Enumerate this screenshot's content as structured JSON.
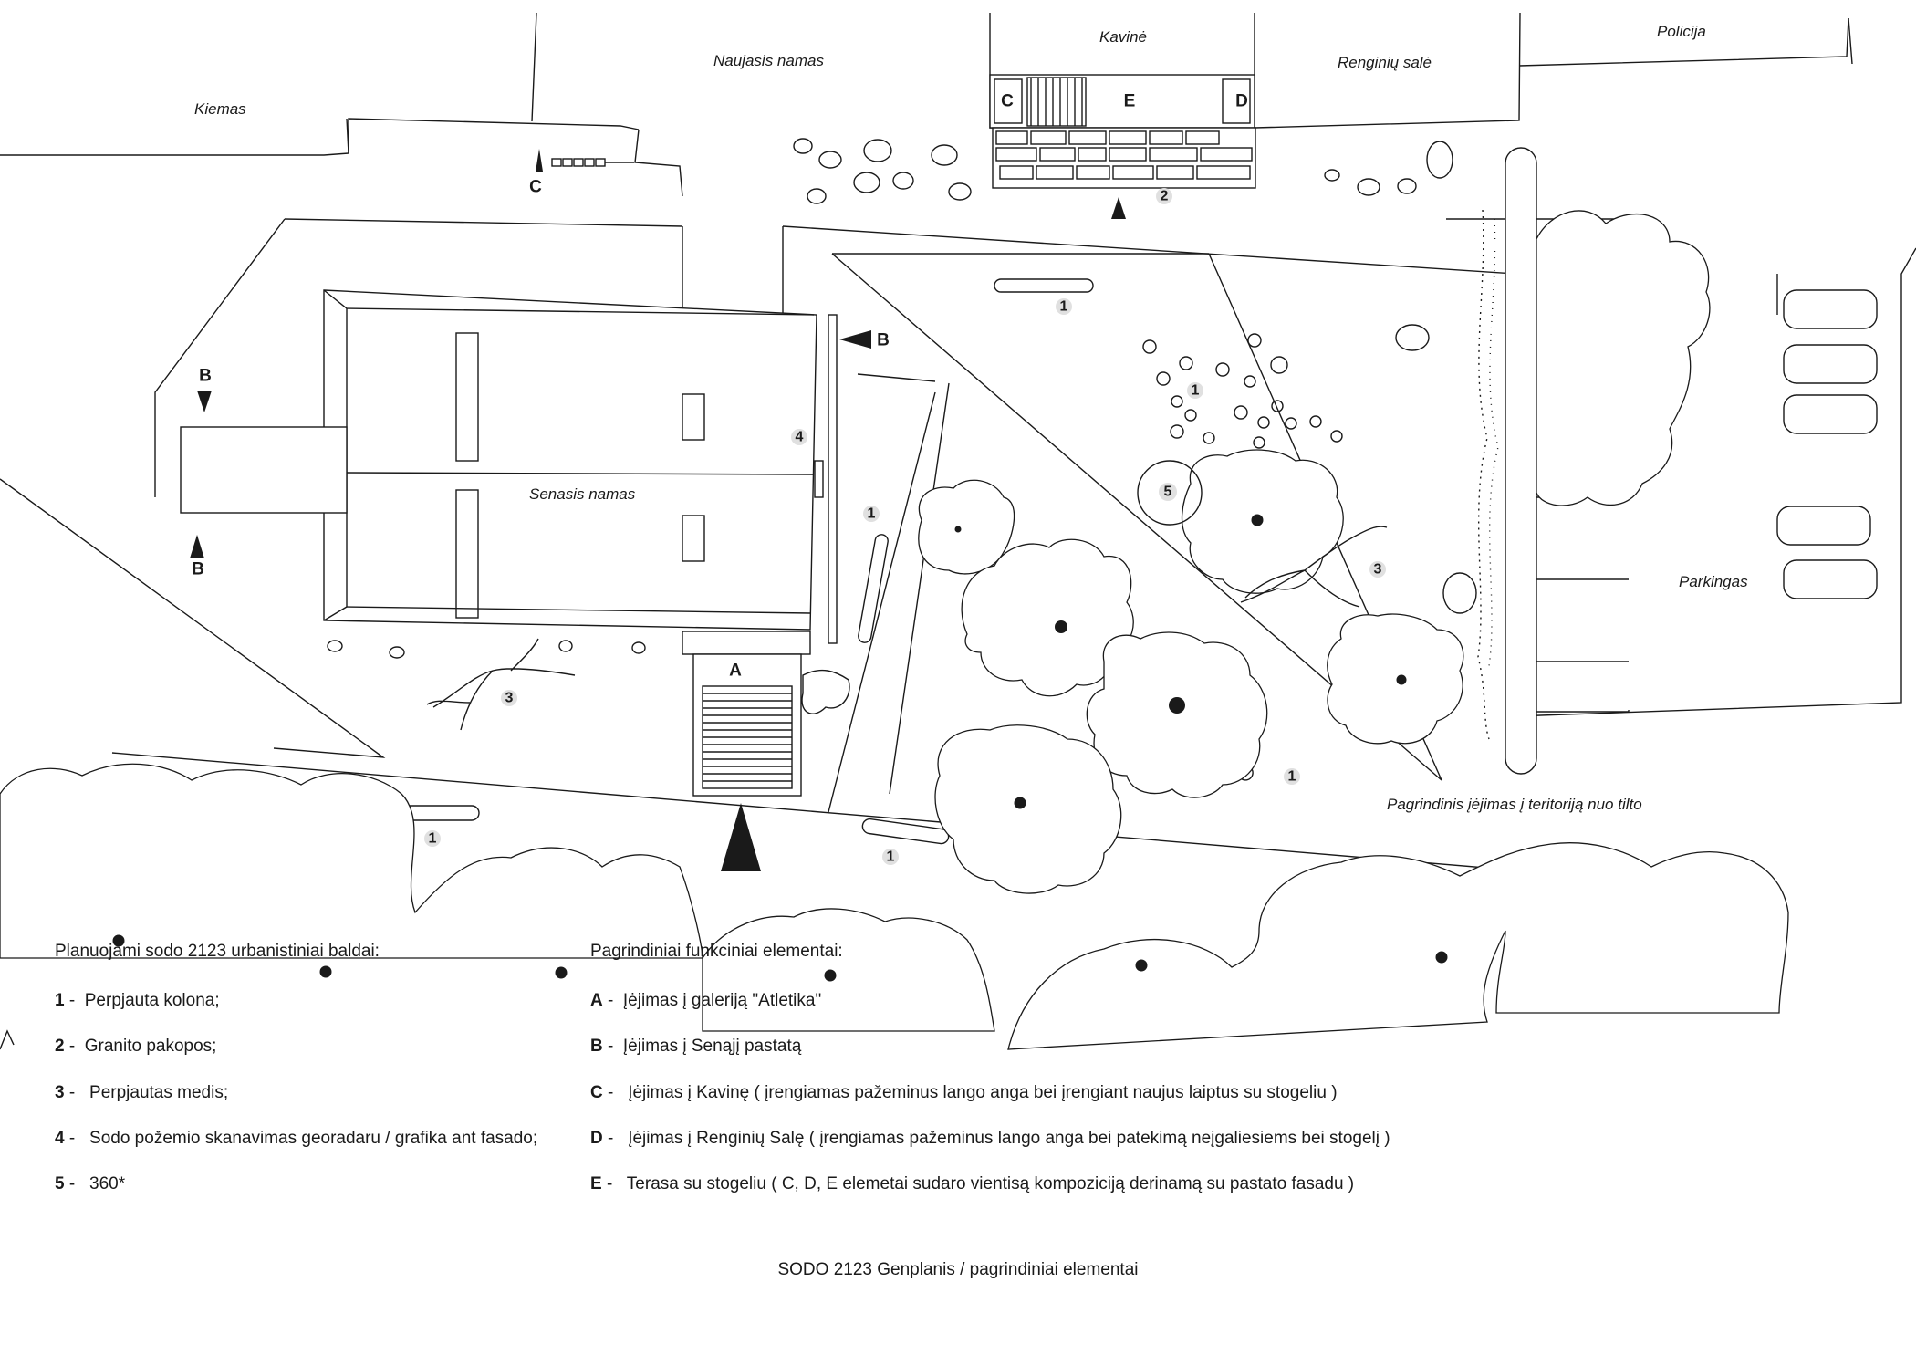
{
  "places": {
    "kiemas": "Kiemas",
    "naujasis_namas": "Naujasis namas",
    "kavine": "Kavinė",
    "renginiu_sale": "Renginių salė",
    "policija": "Policija",
    "senasis_namas": "Senasis namas",
    "parkingas": "Parkingas",
    "pagrindinis_iejimas": "Pagrindinis įėjimas į teritoriją nuo tilto"
  },
  "markers": {
    "a": "A",
    "b": "B",
    "c": "C",
    "d": "D",
    "e": "E",
    "n1": "1",
    "n2": "2",
    "n3": "3",
    "n4": "4",
    "n5": "5"
  },
  "legend_left": {
    "title": "Planuojami sodo 2123 urbanistiniai baldai:",
    "items": [
      {
        "key": "1",
        "sep": " -  ",
        "text": "Perpjauta kolona;"
      },
      {
        "key": "2",
        "sep": " -  ",
        "text": "Granito pakopos;"
      },
      {
        "key": "3",
        "sep": " -   ",
        "text": "Perpjautas medis;"
      },
      {
        "key": "4",
        "sep": " -   ",
        "text": "Sodo požemio skanavimas georadaru / grafika ant fasado;"
      },
      {
        "key": "5",
        "sep": " -   ",
        "text": "360*"
      }
    ]
  },
  "legend_right": {
    "title": "Pagrindiniai funkciniai elementai:",
    "items": [
      {
        "key": "A",
        "sep": " -  ",
        "text": "Įėjimas į galeriją \"Atletika\""
      },
      {
        "key": "B",
        "sep": " -  ",
        "text": "Įėjimas į Senąjį pastatą"
      },
      {
        "key": "C",
        "sep": " -   ",
        "text": "Įėjimas į Kavinę ( įrengiamas pažeminus lango anga bei įrengiant naujus laiptus su stogeliu )"
      },
      {
        "key": "D",
        "sep": " -   ",
        "text": "Įėjimas į Renginių Salę ( įrengiamas pažeminus lango anga bei patekimą neįgaliesiems bei stogelį )"
      },
      {
        "key": "E",
        "sep": " -   ",
        "text": "Terasa su stogeliu  ( C, D, E elemetai sudaro vientisą kompoziciją derinamą su pastato fasadu )"
      }
    ]
  },
  "footer": "SODO 2123 Genplanis / pagrindiniai elementai"
}
